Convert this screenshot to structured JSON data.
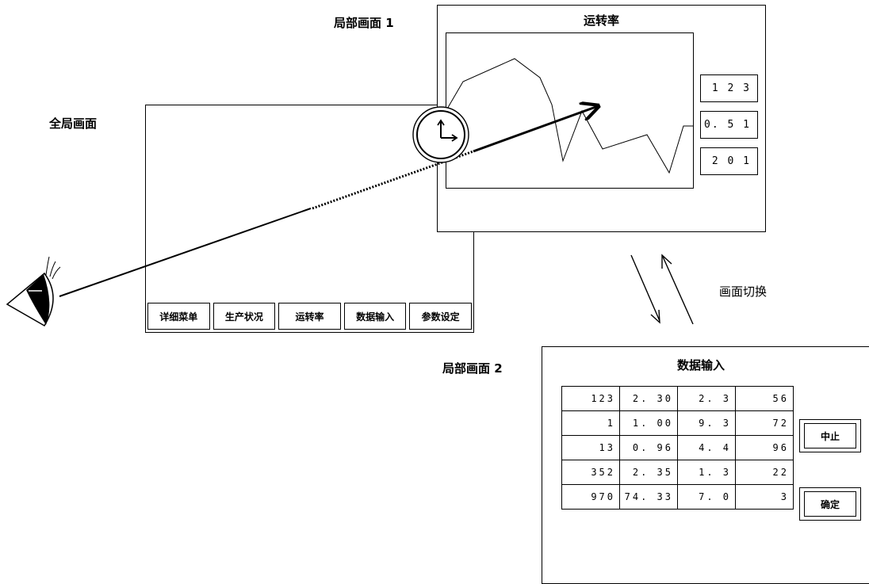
{
  "labels": {
    "global": "全局画面",
    "partial1": "局部画面 1",
    "partial2": "局部画面 2",
    "switch": "画面切换"
  },
  "global_screen": {
    "menu": [
      "详细菜单",
      "生产状况",
      "运转率",
      "数据输入",
      "参数设定"
    ]
  },
  "partial_screen_1": {
    "title": "运转率",
    "values": [
      "1 2 3",
      "0. 5 1",
      "2 0 1"
    ]
  },
  "partial_screen_2": {
    "title": "数据输入",
    "table": [
      [
        "123",
        "2. 30",
        "2. 3",
        "56"
      ],
      [
        "1",
        "1. 00",
        "9. 3",
        "72"
      ],
      [
        "13",
        "0. 96",
        "4. 4",
        "96"
      ],
      [
        "352",
        "2. 35",
        "1. 3",
        "22"
      ],
      [
        "970",
        "74. 33",
        "7. 0",
        "3"
      ]
    ],
    "buttons": {
      "stop": "中止",
      "confirm": "确定"
    }
  }
}
